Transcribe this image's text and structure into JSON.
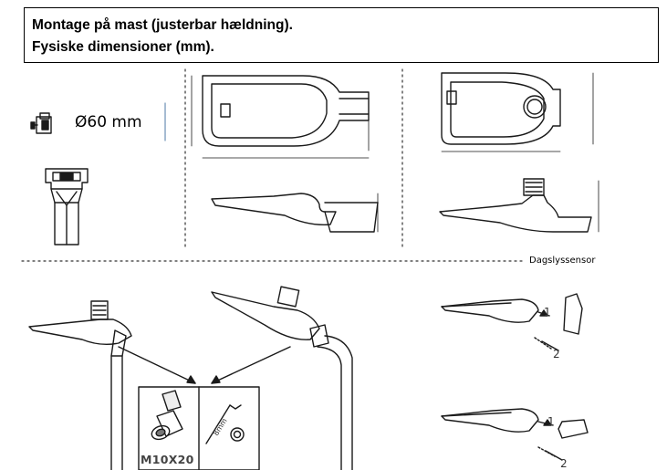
{
  "header": {
    "line1": "Montage på mast (justerbar hældning).",
    "line2": "Fysiske dimensioner (mm)."
  },
  "labels": {
    "diameter": "Ø60 mm",
    "daylight_sensor": "Dagslyssensor",
    "bolt": "M10X20",
    "hex_key_size": "8mm",
    "step_1": "1",
    "step_2": "2"
  }
}
